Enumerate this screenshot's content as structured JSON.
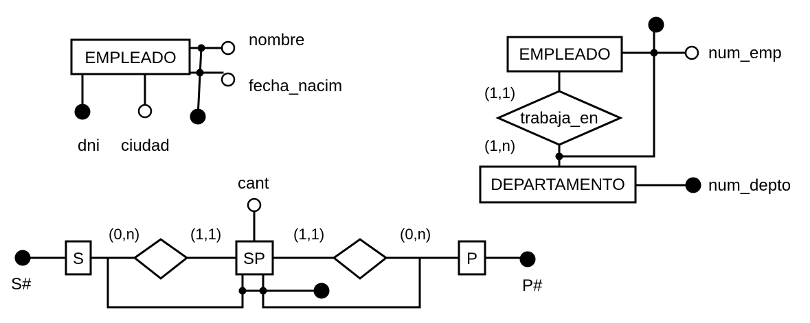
{
  "diagram1": {
    "entity": "EMPLEADO",
    "attr_nombre": "nombre",
    "attr_fecha": "fecha_nacim",
    "attr_dni": "dni",
    "attr_ciudad": "ciudad"
  },
  "diagram2": {
    "entity_empleado": "EMPLEADO",
    "entity_departamento": "DEPARTAMENTO",
    "relationship": "trabaja_en",
    "card_top": "(1,1)",
    "card_bottom": "(1,n)",
    "attr_num_emp": "num_emp",
    "attr_num_depto": "num_depto"
  },
  "diagram3": {
    "entity_s": "S",
    "entity_sp": "SP",
    "entity_p": "P",
    "attr_s": "S#",
    "attr_p": "P#",
    "attr_cant": "cant",
    "card_s_rel": "(0,n)",
    "card_rel_sp_left": "(1,1)",
    "card_rel_sp_right": "(1,1)",
    "card_p_rel": "(0,n)"
  }
}
